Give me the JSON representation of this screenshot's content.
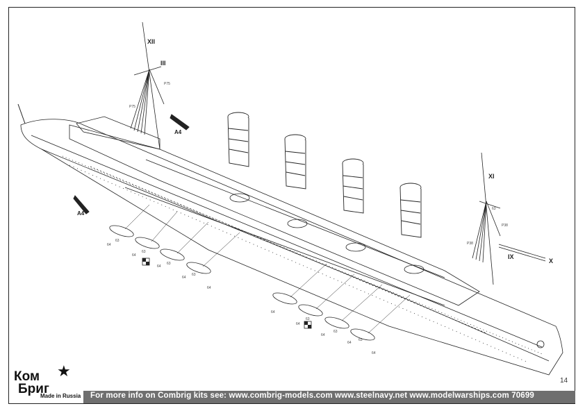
{
  "assembly_labels": {
    "xii": "XII",
    "iii": "III",
    "xi": "XI",
    "ix": "IX",
    "x": "X",
    "a4_top": "A4",
    "a4_left": "A4"
  },
  "part_numbers": {
    "p75_a": "P75",
    "p75_b": "P75",
    "p38_a": "P38",
    "p38_b": "P38",
    "p63_mast": "63",
    "boat_64": "64",
    "boat_63": "63"
  },
  "page_number": "14",
  "footer": {
    "text": "For more info on Combrig kits see: www.combrig-models.com www.steelnavy.net  www.modelwarships.com  70699"
  },
  "logo": {
    "line1": "Ком",
    "line2": "Бриг",
    "made_in": "Made in Russia",
    "star_icon": "star-icon"
  },
  "colors": {
    "ink": "#222222",
    "footer_bar": "#6f6f6f",
    "footer_text": "#ffffff"
  }
}
